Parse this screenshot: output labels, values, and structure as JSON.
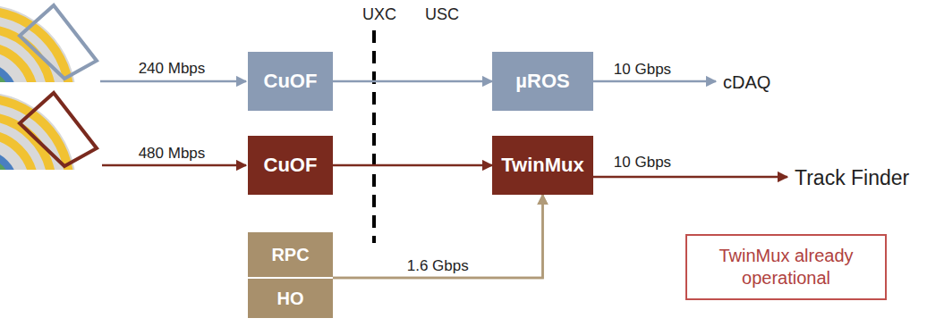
{
  "diagram": {
    "nodes": [
      {
        "text": [
          "CuOF"
        ]
      },
      {
        "text": [
          "µROS"
        ]
      },
      {
        "text": [
          "CuOF"
        ]
      },
      {
        "text": [
          "TwinMux"
        ]
      },
      {
        "text": [
          "RPC"
        ]
      },
      {
        "text": [
          "HO"
        ]
      },
      {
        "text": [
          "TwinMux already operational"
        ]
      }
    ],
    "edges": [
      {
        "from": 0,
        "to": 1,
        "arrow": "to"
      },
      {
        "from": 2,
        "to": 3,
        "arrow": "to"
      },
      {
        "from": 4,
        "to": 3,
        "label": "1.6 Gbps",
        "arrow": "to"
      },
      {
        "from": 5,
        "to": 3,
        "arrow": "to"
      }
    ],
    "labels": [
      "UXC",
      "USC",
      "240 Mbps",
      "10 Gbps",
      "cDAQ",
      "480 Mbps",
      "10 Gbps",
      "Track Finder"
    ]
  }
}
